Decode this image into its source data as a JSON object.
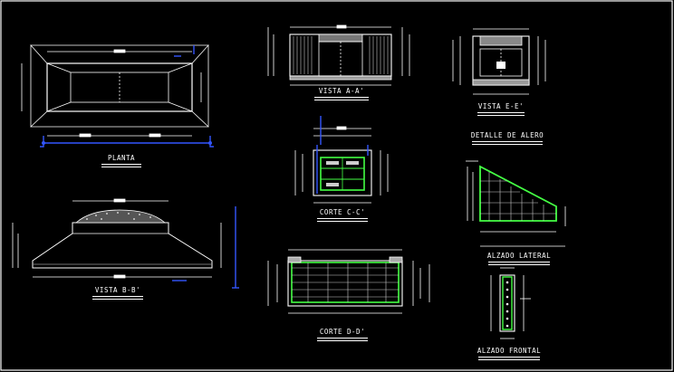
{
  "views": [
    {
      "id": "planta",
      "title": "PLANTA"
    },
    {
      "id": "vista-a",
      "title": "VISTA  A-A'"
    },
    {
      "id": "vista-e",
      "title": "VISTA  E-E'"
    },
    {
      "id": "detalle-alero",
      "title": "DETALLE DE ALERO"
    },
    {
      "id": "corte-c",
      "title": "CORTE  C-C'"
    },
    {
      "id": "alzado-lateral",
      "title": "ALZADO LATERAL"
    },
    {
      "id": "vista-b",
      "title": "VISTA  B-B'"
    },
    {
      "id": "corte-d",
      "title": "CORTE  D-D'"
    },
    {
      "id": "alzado-frontal",
      "title": "ALZADO FRONTAL"
    }
  ],
  "colors": {
    "background": "#000000",
    "linework": "#ffffff",
    "reinforcement": "#44ff44",
    "section-marks": "#3355ff",
    "fill-hatch": "#bbbbbb"
  }
}
